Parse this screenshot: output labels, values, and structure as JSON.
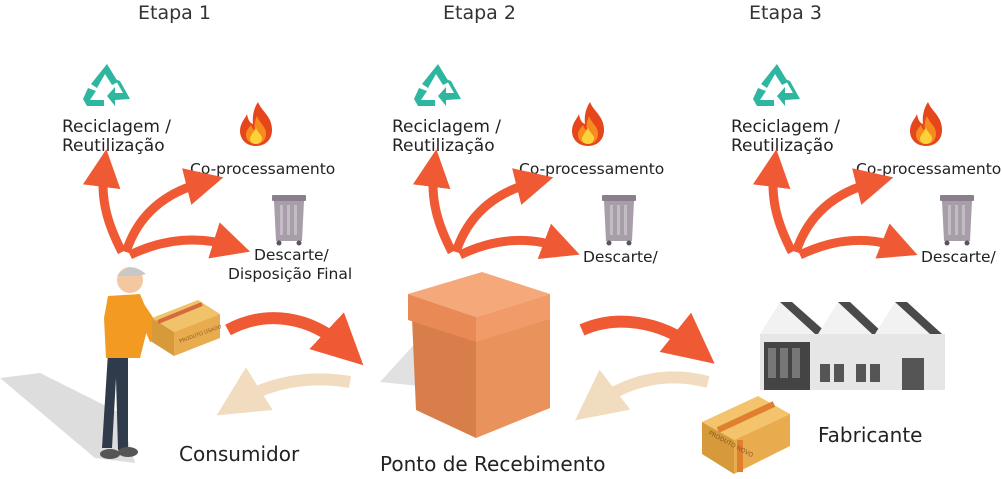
{
  "stages": [
    {
      "title": "Etapa 1",
      "recycle_label": [
        "Reciclagem /",
        "Reutilização"
      ],
      "coprocess_label": "Co-processamento",
      "discard_label": [
        "Descarte/",
        "Disposição Final"
      ],
      "icons": [
        "recycle-icon",
        "fire-icon",
        "trash-bin-icon"
      ]
    },
    {
      "title": "Etapa 2",
      "recycle_label": [
        "Reciclagem /",
        "Reutilização"
      ],
      "coprocess_label": "Co-processamento",
      "discard_label": [
        "Descarte/"
      ],
      "icons": [
        "recycle-icon",
        "fire-icon",
        "trash-bin-icon"
      ]
    },
    {
      "title": "Etapa 3",
      "recycle_label": [
        "Reciclagem /",
        "Reutilização"
      ],
      "coprocess_label": "Co-processamento",
      "discard_label": [
        "Descarte/"
      ],
      "icons": [
        "recycle-icon",
        "fire-icon",
        "trash-bin-icon"
      ]
    }
  ],
  "nodes": {
    "consumer": "Consumidor",
    "collection_point": "Ponto de Recebimento",
    "manufacturer": "Fabricante"
  },
  "box_labels": {
    "consumer_box": "PRODUTO USADO",
    "manufacturer_box": "PRODUTO NOVO"
  },
  "colors": {
    "forward_arrow": "#ef5a35",
    "return_arrow": "#f2dcc0",
    "recycle": "#2fb6a0",
    "fire": "#e85a1c",
    "bin": "#9a8f9c",
    "box": "#e69a6a"
  }
}
